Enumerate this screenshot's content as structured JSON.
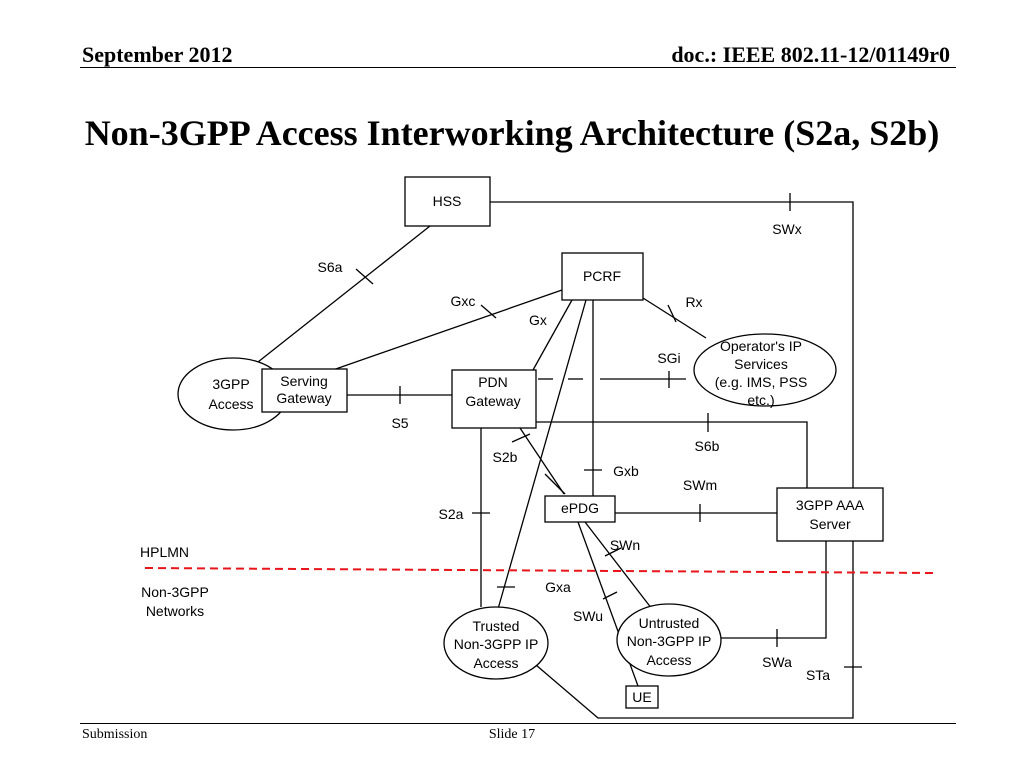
{
  "header": {
    "date": "September 2012",
    "doc_id": "doc.: IEEE 802.11-12/01149r0"
  },
  "title": "Non-3GPP Access Interworking Architecture (S2a, S2b)",
  "footer": {
    "submission": "Submission",
    "slide": "Slide 17"
  },
  "diagram": {
    "nodes": {
      "hss": [
        "HSS"
      ],
      "pcrf": [
        "PCRF"
      ],
      "pdn_gateway": [
        "PDN",
        "Gateway"
      ],
      "serving_gateway": [
        "Serving",
        "Gateway"
      ],
      "access_3gpp": [
        "3GPP",
        "Access"
      ],
      "operator_ip": [
        "Operator's IP",
        "Services",
        "(e.g. IMS, PSS",
        "etc.)"
      ],
      "epdg": [
        "ePDG"
      ],
      "aaa_server": [
        "3GPP AAA",
        "Server"
      ],
      "trusted": [
        "Trusted",
        "Non-3GPP IP",
        "Access"
      ],
      "untrusted": [
        "Untrusted",
        "Non-3GPP IP",
        "Access"
      ],
      "ue": [
        "UE"
      ]
    },
    "interfaces": {
      "swx": "SWx",
      "s6a": "S6a",
      "gxc": "Gxc",
      "gx": "Gx",
      "rx": "Rx",
      "sgi": "SGi",
      "s5": "S5",
      "s6b": "S6b",
      "s2b": "S2b",
      "gxb": "Gxb",
      "swm": "SWm",
      "s2a": "S2a",
      "swn": "SWn",
      "gxa": "Gxa",
      "swu": "SWu",
      "swa": "SWa",
      "sta": "STa"
    },
    "zones": {
      "hplmn": "HPLMN",
      "non3gpp": [
        "Non-3GPP",
        "Networks"
      ]
    },
    "colors": {
      "boundary": "#e8161b",
      "stroke": "#000000"
    }
  }
}
